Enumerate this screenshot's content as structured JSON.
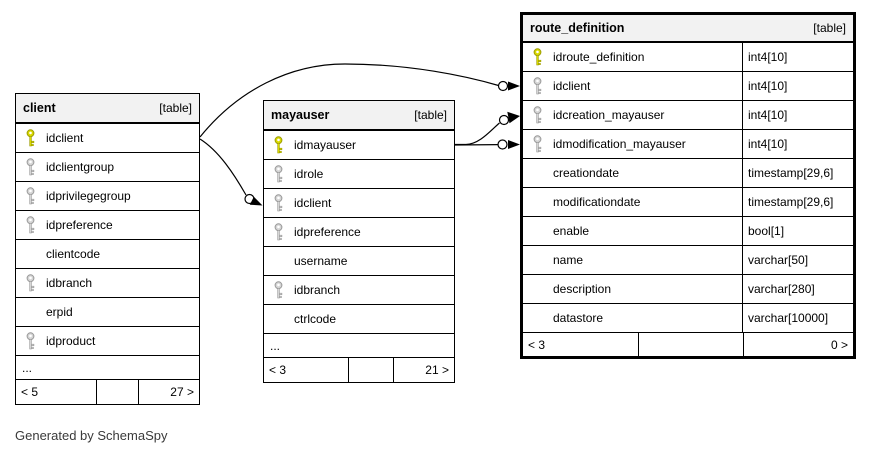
{
  "footer_note": "Generated by SchemaSpy",
  "colors": {
    "header_bg": "#f2f2f2",
    "border": "#000000",
    "pk_key_fill": "#d9d900",
    "pk_key_stroke": "#9d9d00",
    "fk_key_fill": "#d6d6d6",
    "fk_key_stroke": "#999999"
  },
  "tables": [
    {
      "id": "client",
      "name": "client",
      "badge": "[table]",
      "columns": [
        {
          "label": "idclient",
          "key": "pk"
        },
        {
          "label": "idclientgroup",
          "key": "fk"
        },
        {
          "label": "idprivilegegroup",
          "key": "fk"
        },
        {
          "label": "idpreference",
          "key": "fk"
        },
        {
          "label": "clientcode",
          "key": "none"
        },
        {
          "label": "idbranch",
          "key": "fk"
        },
        {
          "label": "erpid",
          "key": "none"
        },
        {
          "label": "idproduct",
          "key": "fk"
        }
      ],
      "ellipsis": "...",
      "pager": {
        "left": "< 5",
        "middle": "",
        "right": "27 >"
      }
    },
    {
      "id": "mayauser",
      "name": "mayauser",
      "badge": "[table]",
      "columns": [
        {
          "label": "idmayauser",
          "key": "pk"
        },
        {
          "label": "idrole",
          "key": "fk"
        },
        {
          "label": "idclient",
          "key": "fk"
        },
        {
          "label": "idpreference",
          "key": "fk"
        },
        {
          "label": "username",
          "key": "none"
        },
        {
          "label": "idbranch",
          "key": "fk"
        },
        {
          "label": "ctrlcode",
          "key": "none"
        }
      ],
      "ellipsis": "...",
      "pager": {
        "left": "< 3",
        "middle": "",
        "right": "21 >"
      }
    },
    {
      "id": "route_definition",
      "name": "route_definition",
      "badge": "[table]",
      "columns": [
        {
          "label": "idroute_definition",
          "key": "pk",
          "type": "int4[10]"
        },
        {
          "label": "idclient",
          "key": "fk",
          "type": "int4[10]"
        },
        {
          "label": "idcreation_mayauser",
          "key": "fk",
          "type": "int4[10]"
        },
        {
          "label": "idmodification_mayauser",
          "key": "fk",
          "type": "int4[10]"
        },
        {
          "label": "creationdate",
          "key": "none",
          "type": "timestamp[29,6]"
        },
        {
          "label": "modificationdate",
          "key": "none",
          "type": "timestamp[29,6]"
        },
        {
          "label": "enable",
          "key": "none",
          "type": "bool[1]"
        },
        {
          "label": "name",
          "key": "none",
          "type": "varchar[50]"
        },
        {
          "label": "description",
          "key": "none",
          "type": "varchar[280]"
        },
        {
          "label": "datastore",
          "key": "none",
          "type": "varchar[10000]"
        }
      ],
      "pager": {
        "left": "< 3",
        "middle": "",
        "right": "0 >"
      }
    }
  ],
  "relationships": [
    {
      "from": "client.idclient",
      "to": "route_definition.idclient"
    },
    {
      "from": "client.idclient",
      "to": "mayauser.idclient"
    },
    {
      "from": "mayauser.idmayauser",
      "to": "route_definition.idcreation_mayauser"
    },
    {
      "from": "mayauser.idmayauser",
      "to": "route_definition.idmodification_mayauser"
    }
  ]
}
